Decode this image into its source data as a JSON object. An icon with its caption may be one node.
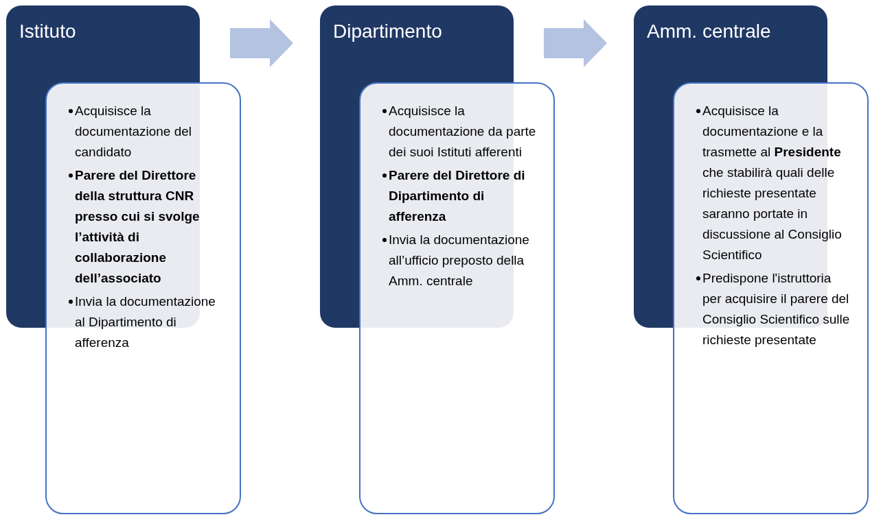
{
  "diagram": {
    "nodes": [
      {
        "text": [
          "Istituto"
        ]
      },
      {
        "text": [
          "Acquisisce la documentazione del candidato",
          "Parere del Direttore della struttura CNR presso cui si svolge l’attività di collaborazione dell’associato",
          "Invia la documentazione al Dipartimento di afferenza"
        ]
      },
      {
        "text": [
          "Dipartimento"
        ]
      },
      {
        "text": [
          "Acquisisce la documentazione da parte dei suoi Istituti afferenti",
          "Parere del Direttore di Dipartimento di afferenza",
          "Invia la documentazione all’ufficio preposto della Amm. centrale"
        ]
      },
      {
        "text": [
          "Amm. centrale"
        ]
      },
      {
        "text": [
          "Acquisisce la documentazione e la trasmette al **Presidente** che stabilirà quali delle richieste presentate saranno portate in discussione al Consiglio Scientifico",
          "Predispone l'istruttoria per acquisire il parere del Consiglio Scientifico sulle richieste presentate"
        ]
      }
    ],
    "edges": [
      {
        "from": 0,
        "to": 2,
        "arrow": "to"
      },
      {
        "from": 2,
        "to": 4,
        "arrow": "to"
      }
    ]
  }
}
